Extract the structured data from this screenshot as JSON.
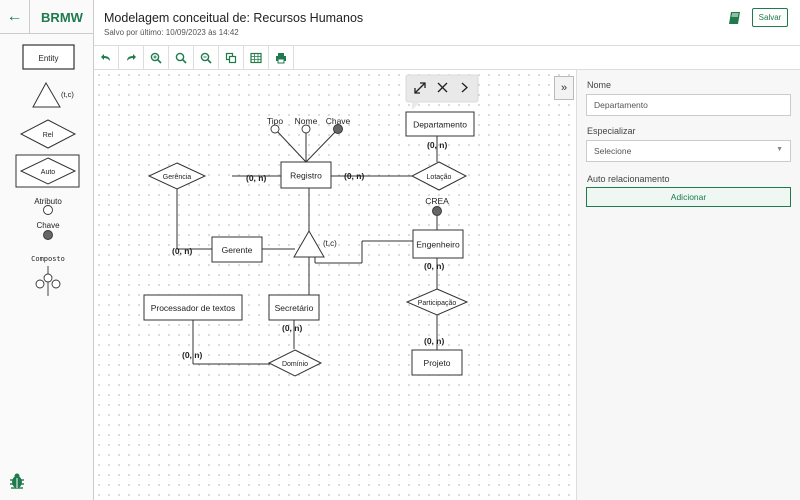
{
  "brand": "BRMW",
  "header": {
    "title": "Modelagem conceitual de: Recursos Humanos",
    "saved": "Salvo por último: 10/09/2023 às 14:42",
    "save_label": "Salvar"
  },
  "palette": {
    "entity": "Entity",
    "specialization": "(t,c)",
    "relationship": "Rel",
    "auto": "Auto",
    "attribute": "Atributo",
    "key": "Chave",
    "composite": "Composto"
  },
  "toolbar": [
    "undo-icon",
    "redo-icon",
    "zoom-in-icon",
    "zoom-reset-icon",
    "zoom-out-icon",
    "copy-icon",
    "table-icon",
    "print-icon"
  ],
  "diagram": {
    "entities": {
      "departamento": "Departamento",
      "registro": "Registro",
      "gerente": "Gerente",
      "engenheiro": "Engenheiro",
      "processador": "Processador de textos",
      "secretario": "Secretário",
      "projeto": "Projeto"
    },
    "relationships": {
      "gerencia": "Gerência",
      "lotacao": "Lotação",
      "participacao": "Participação",
      "dominio": "Domínio"
    },
    "attributes": {
      "tipo": "Tipo",
      "nome": "Nome",
      "chave": "Chave",
      "crea": "CREA"
    },
    "spec": "(t,c)",
    "cardinalities": {
      "dep_lot": "(0, n)",
      "ger_reg": "(0, n)",
      "reg_lot": "(0, n)",
      "ger_gerente": "(0, n)",
      "eng_part": "(0, n)",
      "proj_part": "(0, n)",
      "sec_dom": "(0, n)",
      "proc_dom": "(0, n)"
    }
  },
  "panel": {
    "name_label": "Nome",
    "name_value": "Departamento",
    "specialize_label": "Especializar",
    "specialize_value": "Selecione",
    "auto_label": "Auto relacionamento",
    "add_label": "Adicionar"
  },
  "colors": {
    "accent": "#1f7a4c"
  }
}
